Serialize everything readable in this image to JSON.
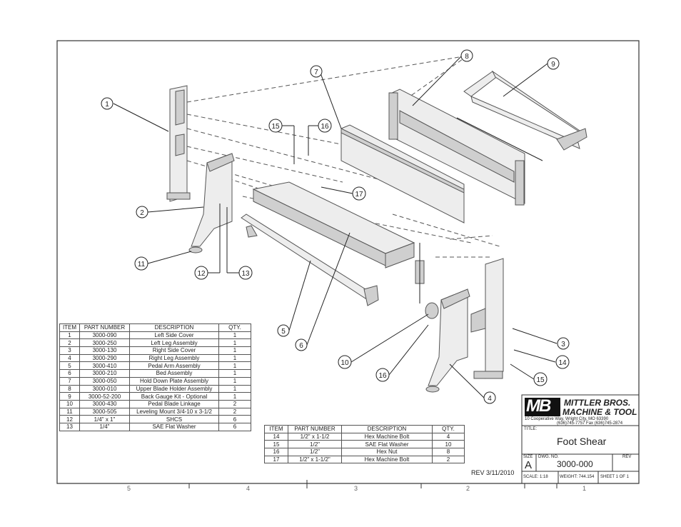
{
  "bom_left": {
    "headers": [
      "ITEM",
      "PART NUMBER",
      "DESCRIPTION",
      "QTY."
    ],
    "rows": [
      [
        "1",
        "3000-090",
        "Left Side Cover",
        "1"
      ],
      [
        "2",
        "3000-250",
        "Left Leg Assembly",
        "1"
      ],
      [
        "3",
        "3000-130",
        "Right Side Cover",
        "1"
      ],
      [
        "4",
        "3000-290",
        "Right Leg Assembly",
        "1"
      ],
      [
        "5",
        "3000-410",
        "Pedal Arm Assembly",
        "1"
      ],
      [
        "6",
        "3000-210",
        "Bed Assembly",
        "1"
      ],
      [
        "7",
        "3000-050",
        "Hold Down Plate Assembly",
        "1"
      ],
      [
        "8",
        "3000-010",
        "Upper Blade Holder Assembly",
        "1"
      ],
      [
        "9",
        "3000-52-200",
        "Back Gauge Kit - Optional",
        "1"
      ],
      [
        "10",
        "3000-430",
        "Pedal Blade Linkage",
        "2"
      ],
      [
        "11",
        "3000-505",
        "Leveling Mount 3/4-10 x 3-1/2",
        "2"
      ],
      [
        "12",
        "1/4\" x 1\"",
        "SHCS",
        "6"
      ],
      [
        "13",
        "1/4\"",
        "SAE Flat Washer",
        "6"
      ]
    ]
  },
  "bom_right": {
    "headers": [
      "ITEM",
      "PART NUMBER",
      "DESCRIPTION",
      "QTY."
    ],
    "rows": [
      [
        "14",
        "1/2\" x 1-1/2",
        "Hex Machine Bolt",
        "4"
      ],
      [
        "15",
        "1/2\"",
        "SAE Flat Washer",
        "10"
      ],
      [
        "16",
        "1/2\"",
        "Hex Nut",
        "8"
      ],
      [
        "17",
        "1/2\" x 1-1/2\"",
        "Hex Machine Bolt",
        "2"
      ]
    ]
  },
  "revision": "REV 3/11/2010",
  "title_block": {
    "logo": "MB",
    "company_line1": "MITTLER BROS.",
    "company_line2": "MACHINE & TOOL",
    "address": "10 Cooperative Way, Wright City, MO 63390",
    "phone": "(636)745-7757 Fax (636)745-2874",
    "title_label": "TITLE:",
    "title": "Foot Shear",
    "size_label": "SIZE",
    "size": "A",
    "dwg_label": "DWG. NO.",
    "dwg_no": "3000-000",
    "rev_label": "REV",
    "scale": "SCALE: 1:18",
    "weight": "WEIGHT: 744.154",
    "sheet": "SHEET 1 OF 1"
  },
  "zones": [
    "5",
    "4",
    "3",
    "2",
    "1"
  ],
  "callouts": [
    "1",
    "2",
    "3",
    "4",
    "5",
    "6",
    "7",
    "8",
    "9",
    "10",
    "11",
    "12",
    "13",
    "14",
    "15",
    "15",
    "16",
    "16",
    "17"
  ],
  "colors": {
    "line": "#222222",
    "part_fill": "#ededed",
    "border": "#333333"
  }
}
